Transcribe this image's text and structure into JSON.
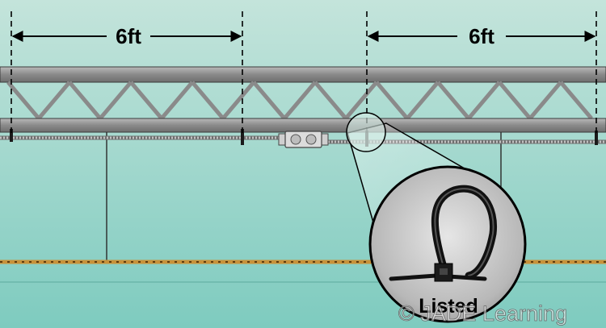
{
  "diagram": {
    "dimension_left": "6ft",
    "dimension_right": "6ft",
    "callout_label": "Listed",
    "watermark": "© JADE Learning"
  },
  "colors": {
    "background_top": "#c2e3da",
    "background_bottom": "#7fcabf",
    "truss_steel": "#8e8e8e",
    "cable": "#9a9a9a",
    "ceiling_grid": "#c8923a",
    "cable_tie": "#1a1a1a"
  }
}
